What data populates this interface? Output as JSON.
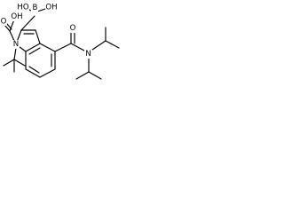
{
  "molecule": {
    "atoms": {
      "b": "B",
      "oh_boron_left": "HO",
      "oh_boron_right": "OH",
      "n_indole": "N",
      "o_carboxyl": "O",
      "oh_carboxyl": "OH",
      "o_amide": "O",
      "n_amide": "N"
    }
  }
}
